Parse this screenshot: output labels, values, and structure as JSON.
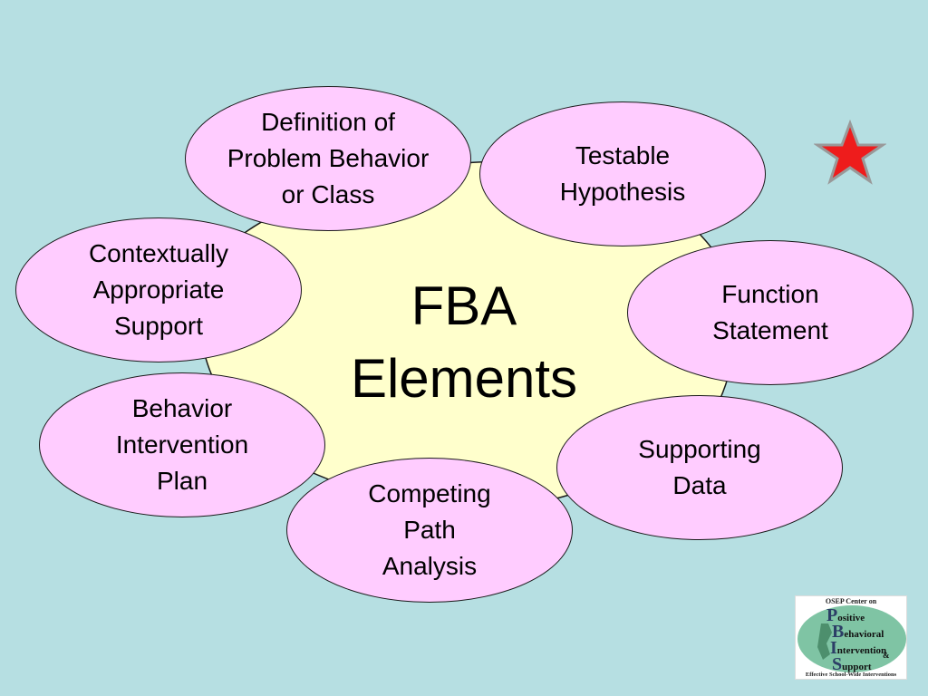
{
  "center": {
    "title": "FBA\nElements",
    "fill": "#ffffcc"
  },
  "ovals": [
    {
      "id": "definition",
      "label": "Definition of\nProblem Behavior\nor Class"
    },
    {
      "id": "hypothesis",
      "label": "Testable\nHypothesis"
    },
    {
      "id": "function",
      "label": "Function\nStatement"
    },
    {
      "id": "supporting",
      "label": "Supporting\nData"
    },
    {
      "id": "competing",
      "label": "Competing\nPath\nAnalysis"
    },
    {
      "id": "bip",
      "label": "Behavior\nIntervention\nPlan"
    },
    {
      "id": "contextual",
      "label": "Contextually\nAppropriate\nSupport"
    }
  ],
  "colors": {
    "background": "#b6dfe2",
    "oval_fill": "#ffccff",
    "star": "#ee1c1c"
  },
  "star": {
    "icon": "star-icon"
  },
  "logo": {
    "top_text": "OSEP Center on",
    "letter_p": "P",
    "word_p": "ositive",
    "letter_b": "B",
    "word_b": "ehavioral",
    "letter_i": "I",
    "word_i": "ntervention",
    "amp": "&",
    "letter_s": "S",
    "word_s": "upport",
    "bottom_text": "Effective School-Wide Interventions"
  }
}
